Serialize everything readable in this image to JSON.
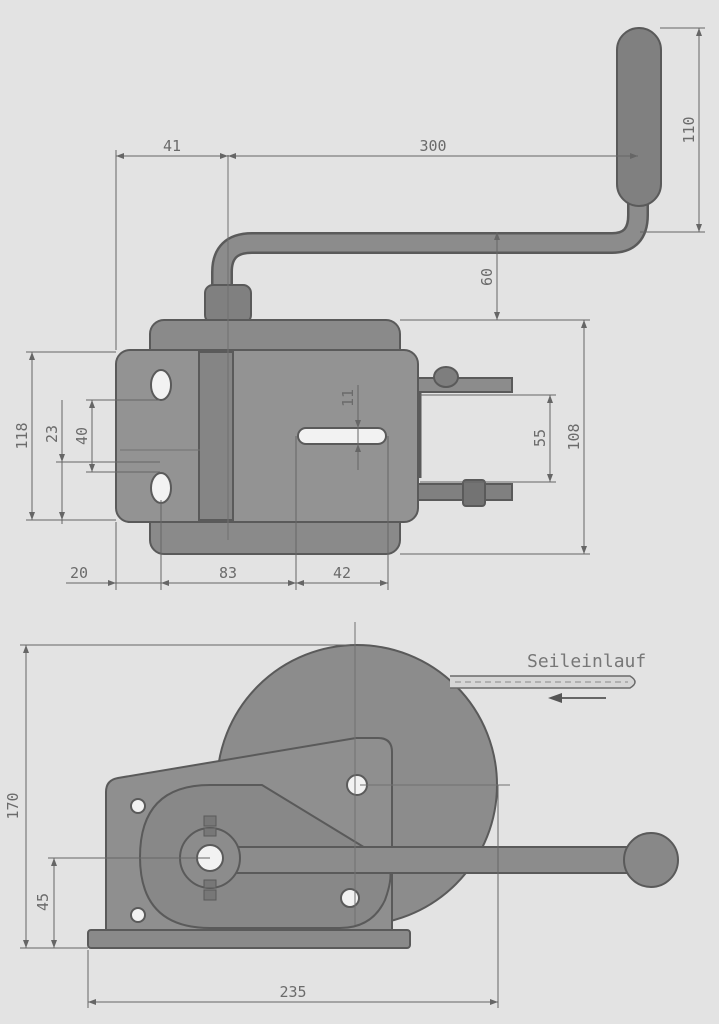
{
  "colors": {
    "background": "#e3e3e3",
    "part_fill": "#8c8c8c",
    "part_dark": "#777777",
    "part_stroke": "#5a5a5a",
    "line": "#666666",
    "hole": "#f2f2f2"
  },
  "top_view": {
    "dimensions": {
      "d41": "41",
      "d300": "300",
      "d110": "110",
      "d60": "60",
      "d11": "11",
      "d108": "108",
      "d55": "55",
      "d118": "118",
      "d23": "23",
      "d40": "40",
      "d20": "20",
      "d83": "83",
      "d42": "42"
    }
  },
  "side_view": {
    "rope_label": "Seileinlauf",
    "dimensions": {
      "d170": "170",
      "d45": "45",
      "d235": "235"
    }
  }
}
